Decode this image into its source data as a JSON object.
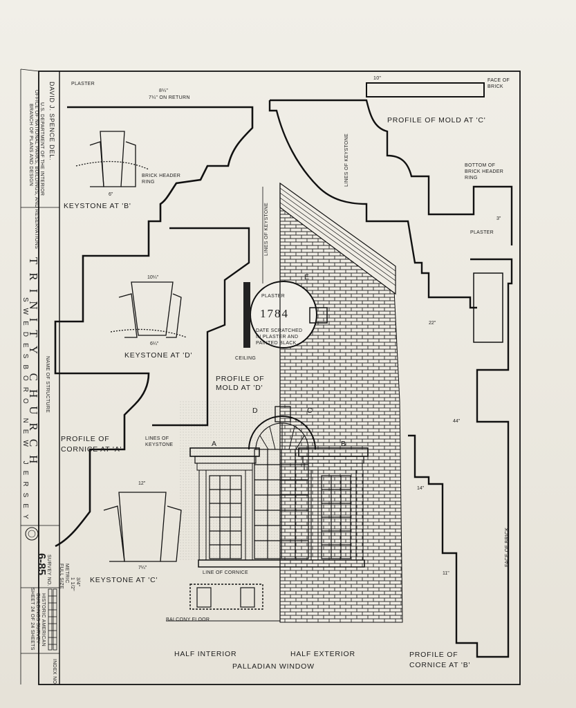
{
  "title_block": {
    "delineator": "DAVID J. SPENCE DEL.",
    "agency_1": "U.S. DEPARTMENT OF THE INTERIOR",
    "agency_2": "OFFICE OF NATIONAL PARKS, BUILDINGS, AND RESERVATIONS",
    "agency_3": "BRANCH OF PLANS AND DESIGN",
    "name_of_structure_label": "NAME OF STRUCTURE",
    "structure_name": "TRINITY CHURCH",
    "location": "SWEDESBORO NEW JERSEY",
    "survey_no_label": "SURVEY NO.",
    "survey_no": "6-85",
    "hab_1": "HISTORIC AMERICAN",
    "hab_2": "BUILDINGS SURVEY",
    "sheet": "SHEET 24 OF 24 SHEETS",
    "index_label": "INDEX NO.",
    "scale_full_size": "FULL SIZE",
    "scale_metric": "METRIC",
    "scale_fraction_1": "1 1/2\"",
    "scale_fraction_2": "3/4\""
  },
  "labels": {
    "plaster_top": "PLASTER",
    "on_return": "7¼\" ON RETURN",
    "dim_8_quarter": "8¼\"",
    "face_of_brick": "FACE OF\nBRICK",
    "dim_10": "10\"",
    "profile_mold_c": "PROFILE OF MOLD AT 'C'",
    "lines_of_keystone_1": "LINES OF KEYSTONE",
    "bottom_brick_header": "BOTTOM OF\nBRICK HEADER\nRING",
    "plaster_right": "PLASTER",
    "keystone_b": "KEYSTONE AT 'B'",
    "brick_header_ring": "BRICK HEADER\nRING",
    "keystone_d": "KEYSTONE AT 'D'",
    "plaster_center": "PLASTER",
    "date_1784": "1784",
    "date_note": "DATE SCRATCHED\nIN PLASTER AND\nPAINTED BLACK",
    "lines_of_keystone_2": "LINES OF KEYSTONE",
    "ceiling": "CEILING",
    "profile_mold_d": "PROFILE OF\nMOLD AT 'D'",
    "profile_cornice_a": "PROFILE OF\nCORNICE AT 'A'",
    "lines_of_keystone_3": "LINES OF\nKEYSTONE",
    "keystone_c": "KEYSTONE AT 'C'",
    "line_of_cornice": "LINE OF CORNICE",
    "balcony_floor": "BALCONY FLOOR",
    "half_interior": "HALF INTERIOR",
    "half_exterior": "HALF EXTERIOR",
    "palladian_window": "PALLADIAN WINDOW",
    "profile_cornice_b": "PROFILE OF\nCORNICE AT 'B'",
    "face_of_brick_2": "FACE OF BRICK",
    "mark_a": "A",
    "mark_b": "B",
    "mark_c": "C",
    "mark_d": "D",
    "mark_e": "E",
    "dim_22": "22\"",
    "dim_44": "44\"",
    "dim_14": "14\"",
    "dim_11": "11\"",
    "dim_12": "12\"",
    "dim_7q": "7¼\"",
    "dim_6q": "6¼\"",
    "dim_10q": "10¼\"",
    "dim_3": "3\"",
    "dim_6": "6\""
  },
  "colors": {
    "paper": "#eeebe3",
    "ink": "#141414",
    "brick": "#3a3a3a"
  }
}
